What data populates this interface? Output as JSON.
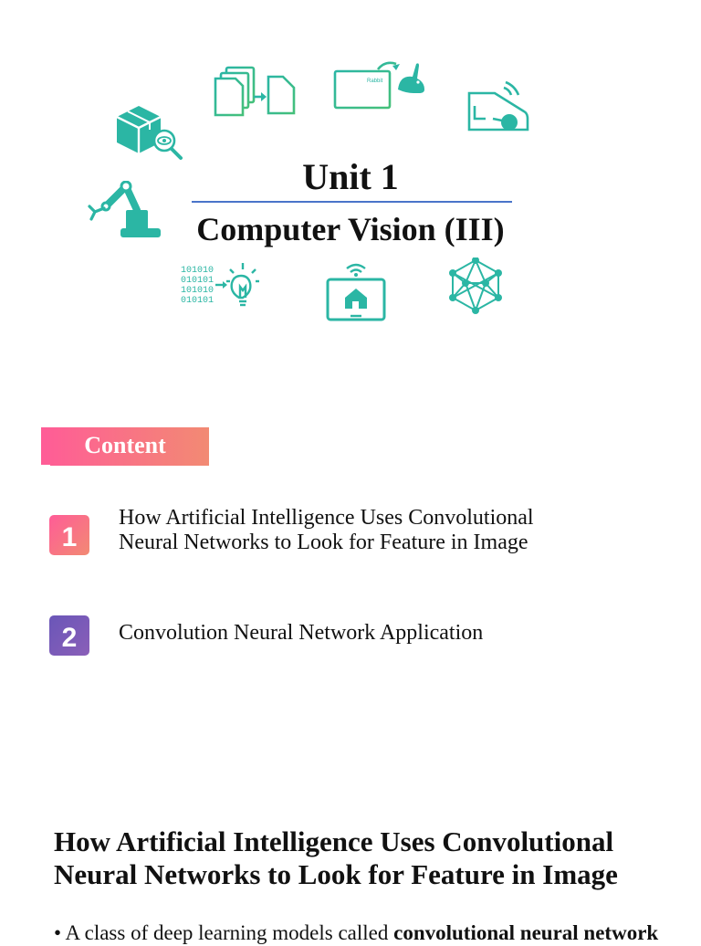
{
  "title": {
    "unit": "Unit 1",
    "subtitle": "Computer Vision (III)"
  },
  "icons": [
    "documents-transfer-icon",
    "book-rabbit-icon",
    "self-driving-car-icon",
    "package-inspect-icon",
    "robot-arm-icon",
    "binary-idea-icon",
    "smart-home-tablet-icon",
    "neural-network-icon"
  ],
  "book_label": "Rabbit",
  "binary_text": [
    "101010",
    "010101",
    "101010",
    "010101"
  ],
  "content_label": "Content",
  "toc": [
    {
      "number": "1",
      "line1": "How Artificial Intelligence Uses Convolutional",
      "line2": "Neural Networks to Look for Feature in Image",
      "color_start": "#ff5c97",
      "color_end": "#f28a73"
    },
    {
      "number": "2",
      "line1": "Convolution Neural Network Application",
      "line2": "",
      "color_start": "#6a56b8",
      "color_end": "#8a5fb8"
    }
  ],
  "section": {
    "heading_line1": "How Artificial Intelligence Uses Convolutional",
    "heading_line2": "Neural Networks to Look for Feature in Image",
    "bullet_prefix": "• A class of deep learning models called ",
    "bullet_bold": "convolutional neural network"
  },
  "colors": {
    "teal": "#2bb6a4",
    "green": "#45c07a",
    "rule": "#4a74c9"
  }
}
